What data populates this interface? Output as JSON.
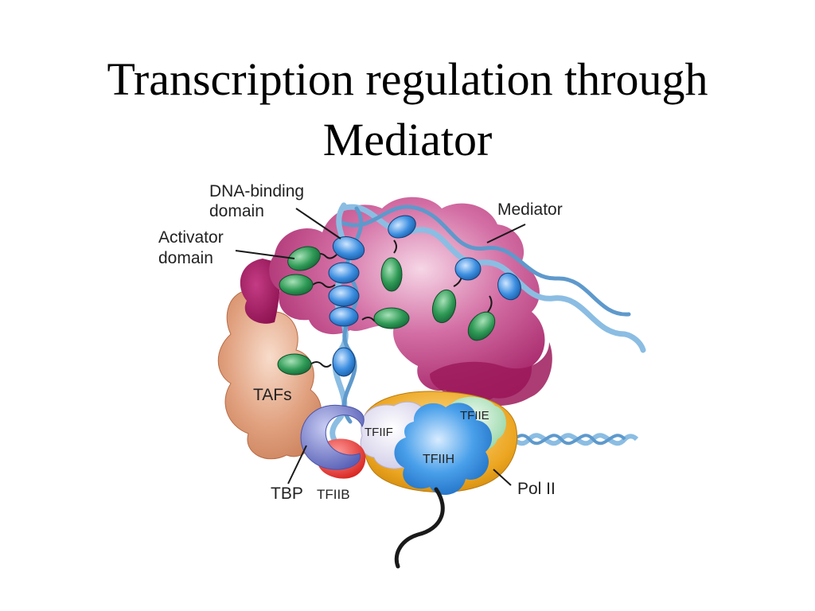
{
  "slide": {
    "title_line1": "Transcription regulation through",
    "title_line2": "Mediator"
  },
  "figure": {
    "labels": {
      "dna_binding_line1": "DNA-binding",
      "dna_binding_line2": "domain",
      "activator_line1": "Activator",
      "activator_line2": "domain",
      "mediator": "Mediator",
      "tafs": "TAFs",
      "tfiif": "TFIIF",
      "tfiie": "TFIIE",
      "tfiih": "TFIIH",
      "tbp": "TBP",
      "tfiib": "TFIIB",
      "pol2": "Pol II"
    },
    "colors": {
      "mediator": "#b0246e",
      "activator_domain": "#2f9a56",
      "dna_binding_domain": "#3c8ee0",
      "tafs": "#d9906a",
      "pol2": "#e6a21c",
      "tfiih": "#2f8fe0",
      "tfiif": "#e6e2f2",
      "tfiie": "#a8dfb6",
      "tbp": "#6f78c8",
      "tfiib": "#e0302d",
      "dna": "#7fb3dc"
    }
  }
}
